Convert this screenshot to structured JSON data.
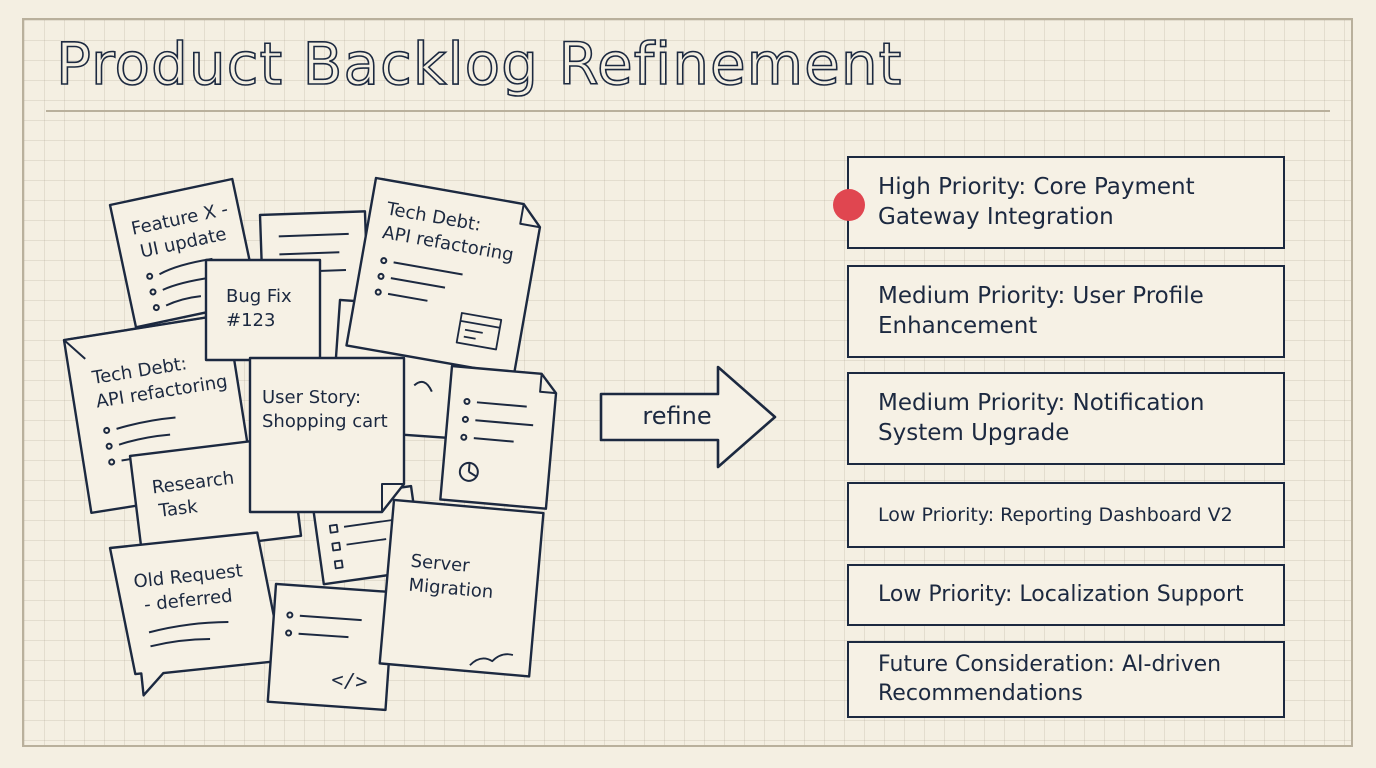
{
  "title": "Product Backlog Refinement",
  "arrow_label": "refine",
  "colors": {
    "ink": "#1c2940",
    "paper": "#f4efe2",
    "grid": "#d9d1bf",
    "accent": "#e04650"
  },
  "backlog_notes": [
    {
      "lines": [
        "Feature X -",
        "UI update"
      ]
    },
    {
      "lines": [
        "Tech Debt:",
        "API refactoring"
      ]
    },
    {
      "lines": [
        "Bug Fix",
        "#123"
      ]
    },
    {
      "lines": [
        "Tech Debt:",
        "API refactoring"
      ]
    },
    {
      "lines": [
        "User Story:",
        "Shopping cart"
      ]
    },
    {
      "lines": [
        "Research",
        "Task"
      ]
    },
    {
      "lines": [
        "Old Request",
        "- deferred"
      ]
    },
    {
      "lines": [
        "Server",
        "Migration"
      ]
    }
  ],
  "prioritized_items": [
    {
      "label": "High Priority: Core Payment Gateway Integration",
      "marker": true
    },
    {
      "label": "Medium Priority: User Profile Enhancement"
    },
    {
      "label": "Medium Priority: Notification System Upgrade"
    },
    {
      "label": "Low Priority: Reporting Dashboard V2"
    },
    {
      "label": "Low Priority: Localization Support"
    },
    {
      "label": "Future Consideration: AI-driven Recommendations"
    }
  ],
  "icons": [
    "code-icon",
    "pie-chart-icon",
    "window-icon",
    "checklist-icon"
  ]
}
